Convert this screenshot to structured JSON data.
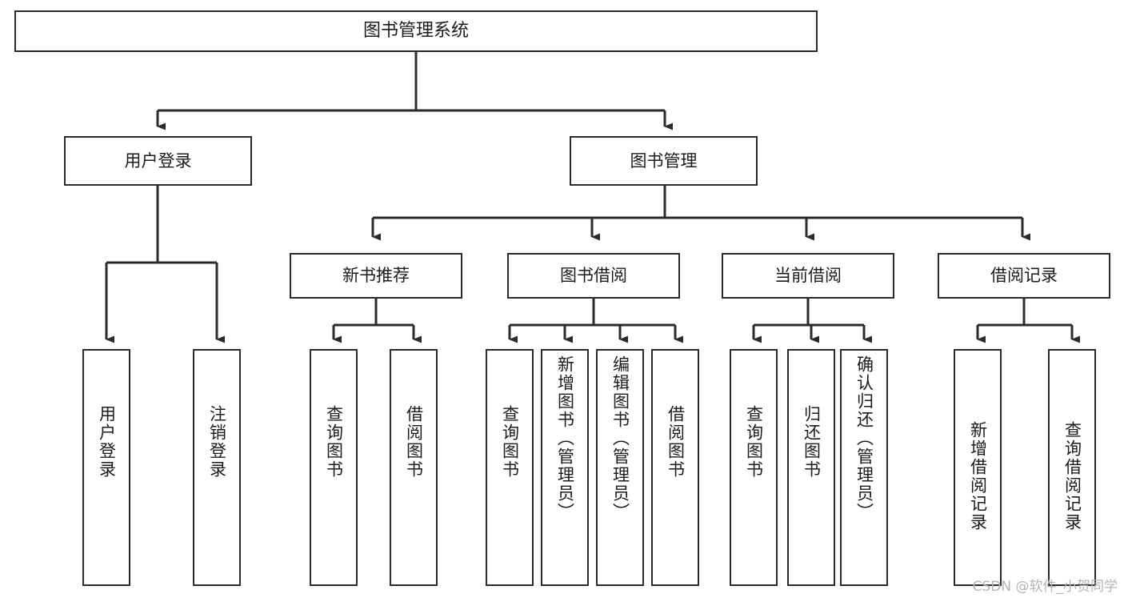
{
  "diagram": {
    "type": "tree-hierarchy",
    "title": "图书管理系统",
    "watermark": "CSDN @软件_小贺同学",
    "colors": {
      "box_border": "#2b2b2b",
      "background": "#ffffff",
      "text": "#1b1b1b",
      "connector": "#2b2b2b",
      "watermark": "#b4b4b4"
    },
    "root": {
      "label": "图书管理系统"
    },
    "level1": [
      {
        "label": "用户登录"
      },
      {
        "label": "图书管理"
      }
    ],
    "level2": [
      {
        "label": "新书推荐"
      },
      {
        "label": "图书借阅"
      },
      {
        "label": "当前借阅"
      },
      {
        "label": "借阅记录"
      }
    ],
    "leaves": {
      "user_login": [
        {
          "label": "用户登录"
        },
        {
          "label": "注销登录"
        }
      ],
      "new_book_recommend": [
        {
          "label": "查询图书"
        },
        {
          "label": "借阅图书"
        }
      ],
      "book_borrow": [
        {
          "label": "查询图书"
        },
        {
          "label": "新增图书（管理员）"
        },
        {
          "label": "编辑图书（管理员）"
        },
        {
          "label": "借阅图书"
        }
      ],
      "current_borrow": [
        {
          "label": "查询图书"
        },
        {
          "label": "归还图书"
        },
        {
          "label": "确认归还（管理员）"
        }
      ],
      "borrow_record": [
        {
          "label": "新增借阅记录"
        },
        {
          "label": "查询借阅记录"
        }
      ]
    }
  }
}
